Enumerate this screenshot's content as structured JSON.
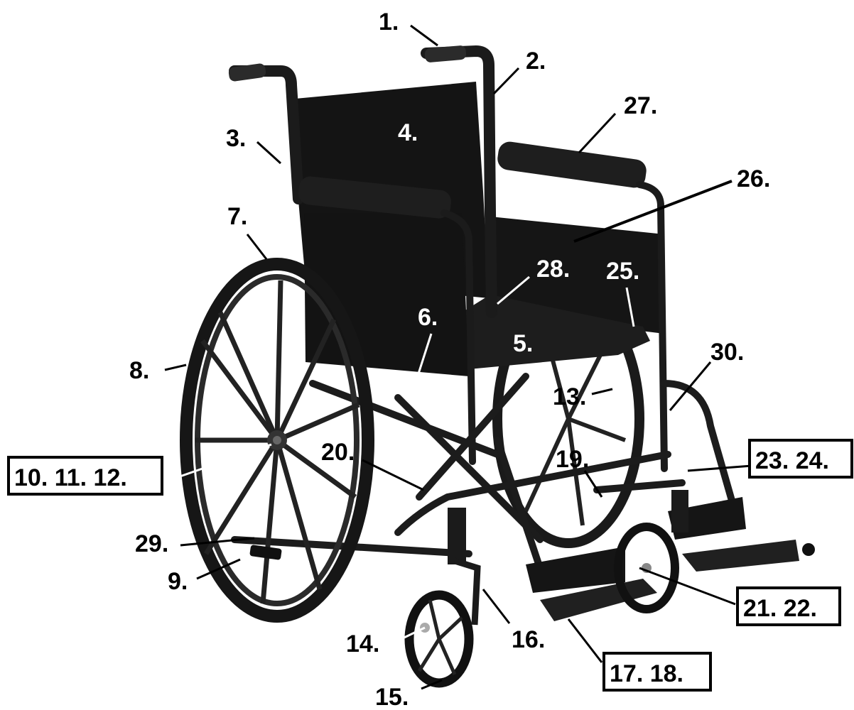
{
  "labels": {
    "l1": "1.",
    "l2": "2.",
    "l3": "3.",
    "l4": "4.",
    "l5": "5.",
    "l6": "6.",
    "l7": "7.",
    "l8": "8.",
    "l9": "9.",
    "l10_11_12": "10. 11. 12.",
    "l13": "13.",
    "l14": "14.",
    "l15": "15.",
    "l16": "16.",
    "l17_18": "17. 18.",
    "l19": "19.",
    "l20": "20.",
    "l21_22": "21. 22.",
    "l23_24": "23. 24.",
    "l25": "25.",
    "l26": "26.",
    "l27": "27.",
    "l28": "28.",
    "l29": "29.",
    "l30": "30."
  }
}
